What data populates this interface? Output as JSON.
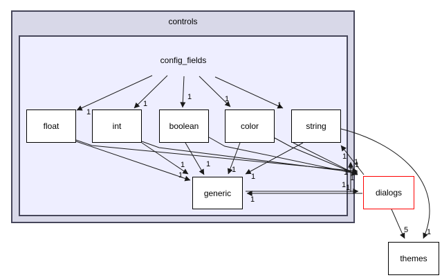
{
  "groups": {
    "outer": {
      "label": "controls"
    },
    "inner": {
      "label": "config_fields"
    }
  },
  "nodes": {
    "float": {
      "label": "float"
    },
    "int": {
      "label": "int"
    },
    "boolean": {
      "label": "boolean"
    },
    "color": {
      "label": "color"
    },
    "string": {
      "label": "string"
    },
    "generic": {
      "label": "generic"
    },
    "dialogs": {
      "label": "dialogs",
      "highlighted": true
    },
    "themes": {
      "label": "themes"
    }
  },
  "edges": [
    {
      "from": "config_fields",
      "to": "float",
      "label": "1"
    },
    {
      "from": "config_fields",
      "to": "int",
      "label": "1"
    },
    {
      "from": "config_fields",
      "to": "boolean",
      "label": "1"
    },
    {
      "from": "config_fields",
      "to": "color",
      "label": "1"
    },
    {
      "from": "config_fields",
      "to": "string",
      "label": "1"
    },
    {
      "from": "float",
      "to": "generic",
      "label": "1"
    },
    {
      "from": "int",
      "to": "generic",
      "label": "1"
    },
    {
      "from": "boolean",
      "to": "generic",
      "label": "1"
    },
    {
      "from": "color",
      "to": "generic",
      "label": "1"
    },
    {
      "from": "string",
      "to": "generic",
      "label": "1"
    },
    {
      "from": "float",
      "to": "dialogs",
      "label": "1"
    },
    {
      "from": "int",
      "to": "dialogs",
      "label": "1"
    },
    {
      "from": "boolean",
      "to": "dialogs",
      "label": "1"
    },
    {
      "from": "color",
      "to": "dialogs",
      "label": "1"
    },
    {
      "from": "string",
      "to": "dialogs",
      "label": "1"
    },
    {
      "from": "generic",
      "to": "dialogs",
      "label": "1"
    },
    {
      "from": "dialogs",
      "to": "generic",
      "label": "1"
    },
    {
      "from": "dialogs",
      "to": "string",
      "label": "1"
    },
    {
      "from": "generic",
      "to": "string",
      "label": "1"
    },
    {
      "from": "dialogs",
      "to": "themes",
      "label": "5"
    },
    {
      "from": "string",
      "to": "themes",
      "label": "1"
    }
  ],
  "colors": {
    "outer_fill": "#d8d8e8",
    "inner_fill": "#eeeeff",
    "group_border": "#46465a",
    "node_fill": "#ffffff",
    "node_border": "#000000",
    "highlight_border": "#ff0000",
    "edge": "#1a1a1a"
  }
}
